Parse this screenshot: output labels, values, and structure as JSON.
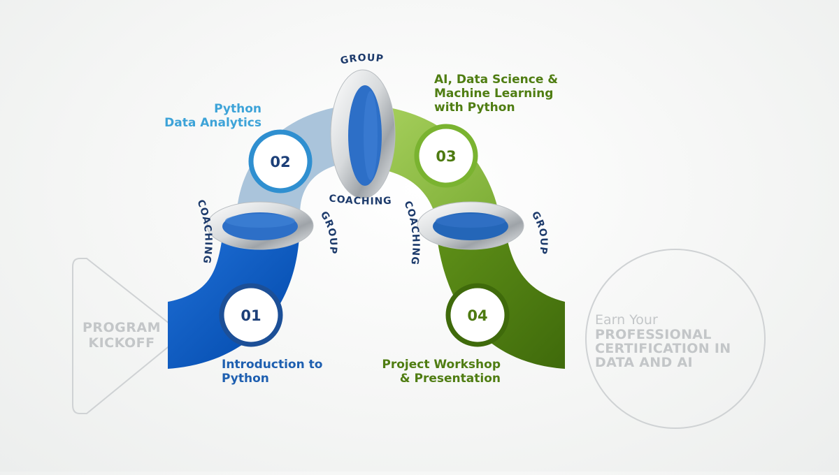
{
  "start": {
    "label": "PROGRAM\nKICKOFF"
  },
  "steps": [
    {
      "number": "01",
      "title": "Introduction to\nPython"
    },
    {
      "number": "02",
      "title": "Python\nData Analytics"
    },
    {
      "number": "03",
      "title": "AI, Data Science &\nMachine  Learning\nwith Python"
    },
    {
      "number": "04",
      "title": "Project Workshop\n& Presentation"
    }
  ],
  "connectors": [
    {
      "left_word": "COACHING",
      "right_word": "GROUP"
    },
    {
      "left_word": "GROUP",
      "right_word": "COACHING"
    },
    {
      "left_word": "COACHING",
      "right_word": "GROUP"
    }
  ],
  "finish": {
    "earn": "Earn Your",
    "title": "PROFESSIONAL\nCERTIFICATION IN\nDATA AND AI"
  },
  "colors": {
    "step1": "#0b57c1",
    "step2": "#aac4db",
    "step3": "#92c24a",
    "step4": "#4d7a10",
    "number_text": "#1c3f78",
    "ring_blue": "#2d6fc7",
    "ring_green": "#7ab330"
  }
}
